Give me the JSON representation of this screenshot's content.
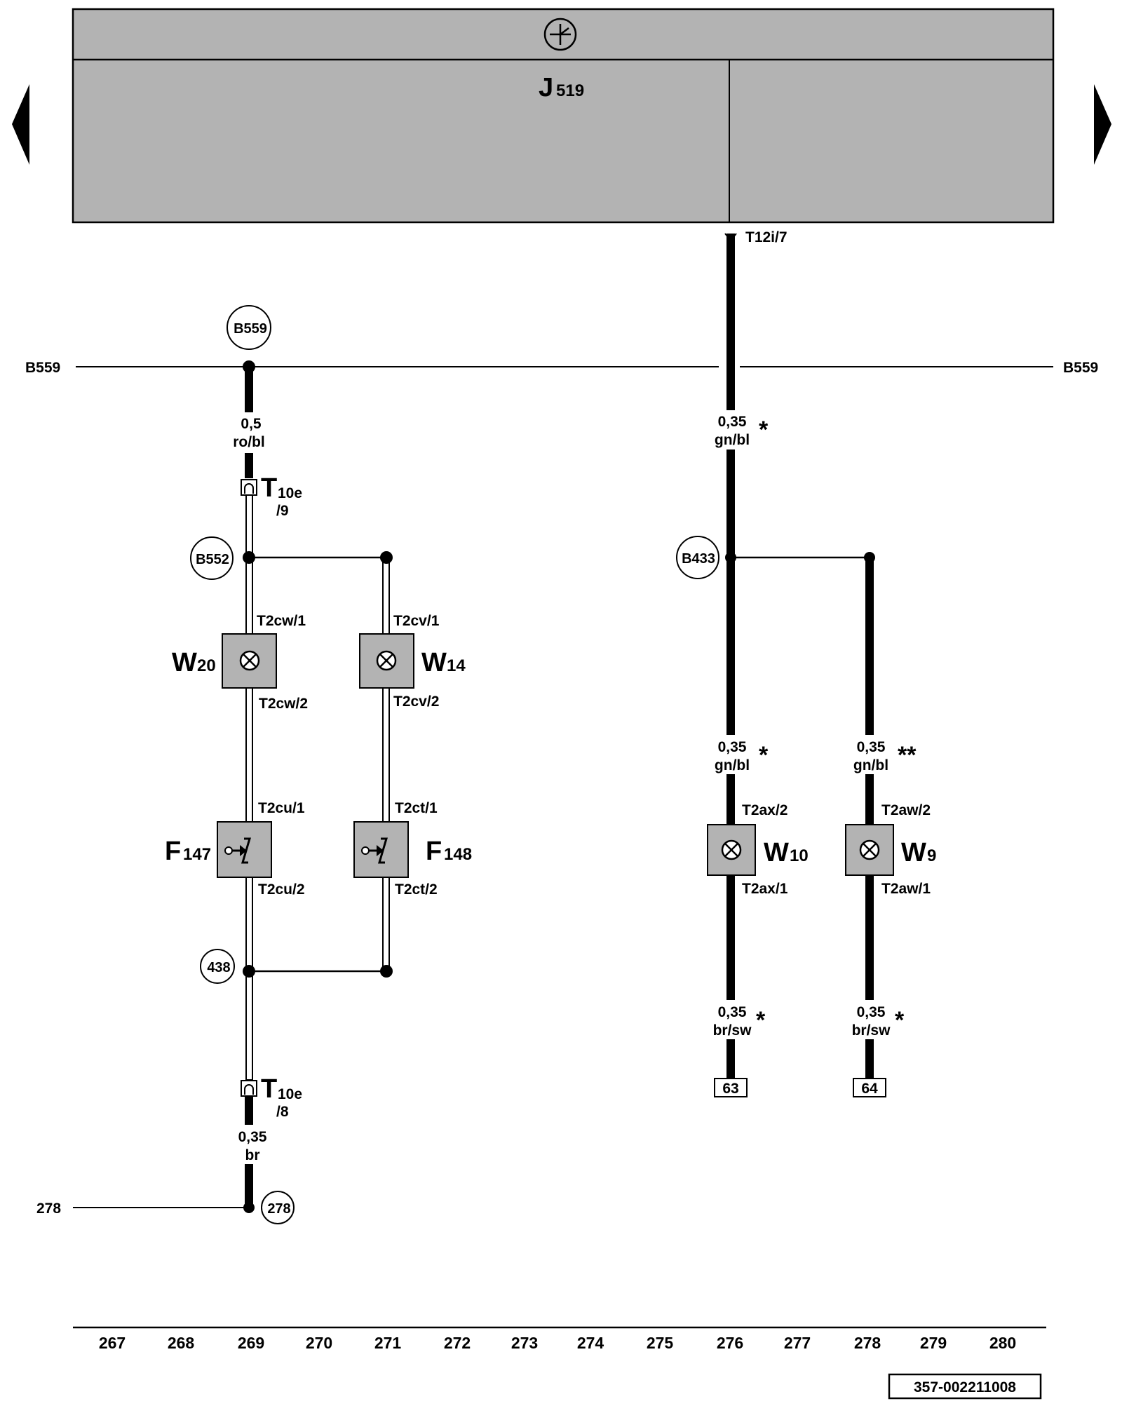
{
  "control_unit": {
    "letter": "J",
    "number": "519",
    "pin": "T12i/7"
  },
  "bus": {
    "name_left": "B559",
    "name_right": "B559",
    "junction": "B559"
  },
  "left_branch": {
    "wire_top": {
      "size": "0,5",
      "color": "ro/bl"
    },
    "conn_top": {
      "letter": "T",
      "sub": "10e",
      "pin": "/9"
    },
    "junction_top": "B552",
    "lamp_a": {
      "letter": "W",
      "number": "20",
      "pin_in": "T2cw/1",
      "pin_out": "T2cw/2"
    },
    "lamp_b": {
      "letter": "W",
      "number": "14",
      "pin_in": "T2cv/1",
      "pin_out": "T2cv/2"
    },
    "switch_a": {
      "letter": "F",
      "number": "147",
      "pin_in": "T2cu/1",
      "pin_out": "T2cu/2"
    },
    "switch_b": {
      "letter": "F",
      "number": "148",
      "pin_in": "T2ct/1",
      "pin_out": "T2ct/2"
    },
    "junction_bottom": "438",
    "conn_bottom": {
      "letter": "T",
      "sub": "10e",
      "pin": "/8"
    },
    "wire_bottom": {
      "size": "0,35",
      "color": "br"
    },
    "ground_ref": "278",
    "ground_label": "278"
  },
  "right_branch": {
    "wire_main": {
      "size": "0,35",
      "color": "gn/bl",
      "mark": "*"
    },
    "junction": "B433",
    "wire_w10_top": {
      "size": "0,35",
      "color": "gn/bl",
      "mark": "*"
    },
    "wire_w9_top": {
      "size": "0,35",
      "color": "gn/bl",
      "mark": "**"
    },
    "lamp_w10": {
      "letter": "W",
      "number": "10",
      "pin_in": "T2ax/2",
      "pin_out": "T2ax/1"
    },
    "lamp_w9": {
      "letter": "W",
      "number": "9",
      "pin_in": "T2aw/2",
      "pin_out": "T2aw/1"
    },
    "wire_w10_bottom": {
      "size": "0,35",
      "color": "br/sw",
      "mark": "*"
    },
    "wire_w9_bottom": {
      "size": "0,35",
      "color": "br/sw",
      "mark": "*"
    },
    "target_w10": "63",
    "target_w9": "64"
  },
  "axis": [
    "267",
    "268",
    "269",
    "270",
    "271",
    "272",
    "273",
    "274",
    "275",
    "276",
    "277",
    "278",
    "279",
    "280"
  ],
  "doc_id": "357-002211008",
  "nav": {
    "prev": "previous-page",
    "next": "next-page"
  }
}
